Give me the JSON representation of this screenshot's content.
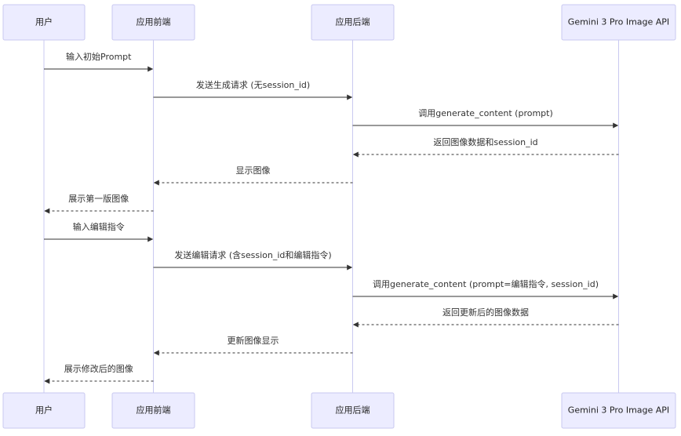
{
  "participants": [
    {
      "id": "user",
      "label": "用户"
    },
    {
      "id": "frontend",
      "label": "应用前端"
    },
    {
      "id": "backend",
      "label": "应用后端"
    },
    {
      "id": "api",
      "label": "Gemini 3 Pro Image API"
    }
  ],
  "messages": [
    {
      "from": "user",
      "to": "frontend",
      "text": "输入初始Prompt",
      "dashed": false
    },
    {
      "from": "frontend",
      "to": "backend",
      "text": "发送生成请求 (无session_id)",
      "dashed": false
    },
    {
      "from": "backend",
      "to": "api",
      "text": "调用generate_content (prompt)",
      "dashed": false
    },
    {
      "from": "api",
      "to": "backend",
      "text": "返回图像数据和session_id",
      "dashed": true
    },
    {
      "from": "backend",
      "to": "frontend",
      "text": "显示图像",
      "dashed": true
    },
    {
      "from": "frontend",
      "to": "user",
      "text": "展示第一版图像",
      "dashed": true
    },
    {
      "from": "user",
      "to": "frontend",
      "text": "输入编辑指令",
      "dashed": false
    },
    {
      "from": "frontend",
      "to": "backend",
      "text": "发送编辑请求 (含session_id和编辑指令)",
      "dashed": false
    },
    {
      "from": "backend",
      "to": "api",
      "text": "调用generate_content (prompt=编辑指令, session_id)",
      "dashed": false
    },
    {
      "from": "api",
      "to": "backend",
      "text": "返回更新后的图像数据",
      "dashed": true
    },
    {
      "from": "backend",
      "to": "frontend",
      "text": "更新图像显示",
      "dashed": true
    },
    {
      "from": "frontend",
      "to": "user",
      "text": "展示修改后的图像",
      "dashed": true
    }
  ]
}
